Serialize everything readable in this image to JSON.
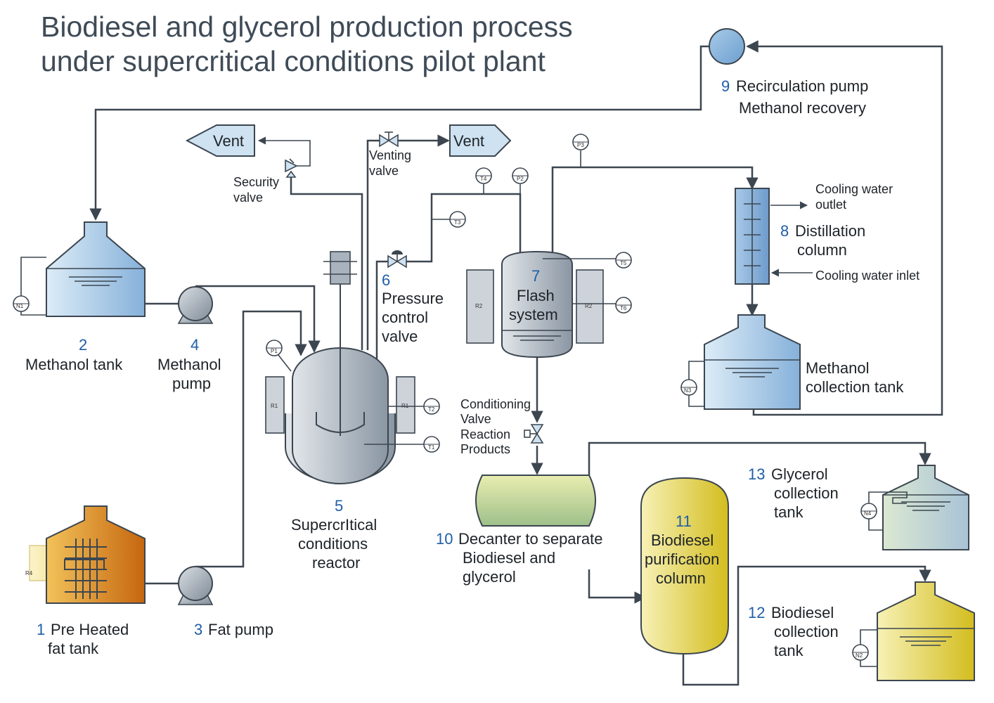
{
  "title": {
    "line1": "Biodiesel and glycerol production process",
    "line2": "under supercritical conditions pilot plant"
  },
  "vents": {
    "left": "Vent",
    "right": "Vent"
  },
  "valves": {
    "security": {
      "line1": "Security",
      "line2": "valve"
    },
    "venting": {
      "line1": "Venting",
      "line2": "valve"
    },
    "pressure_control": {
      "num": "6",
      "line1": "Pressure",
      "line2": "control",
      "line3": "valve"
    },
    "conditioning": {
      "line1": "Conditioning",
      "line2": "Valve",
      "line3": "Reaction",
      "line4": "Products"
    }
  },
  "equipment": {
    "fat_tank": {
      "num": "1",
      "line1": "Pre Heated",
      "line2": "fat tank",
      "heater": "R4"
    },
    "methanol_tank": {
      "num": "2",
      "line1": "Methanol tank",
      "level": "N1"
    },
    "fat_pump": {
      "num": "3",
      "label": "Fat pump"
    },
    "methanol_pump": {
      "num": "4",
      "line1": "Methanol",
      "line2": "pump"
    },
    "reactor": {
      "num": "5",
      "line1": "SupercrItical",
      "line2": "conditions",
      "line3": "reactor",
      "heater_left": "R1",
      "heater_right": "R1"
    },
    "flash": {
      "num": "7",
      "line1": "Flash",
      "line2": "system",
      "heater_left": "R2",
      "heater_right": "R2"
    },
    "distillation": {
      "num": "8",
      "line1": "Distillation",
      "line2": "column",
      "cooling_out1": "Cooling water",
      "cooling_out2": "outlet",
      "cooling_in": "Cooling water inlet"
    },
    "recirculation_pump": {
      "num": "9",
      "line1": "Recirculation pump",
      "line2": "Methanol recovery"
    },
    "methanol_collection": {
      "line1": "Methanol",
      "line2": "collection tank",
      "level": "N3"
    },
    "decanter": {
      "num": "10",
      "line1": "Decanter to separate",
      "line2": "Biodiesel and",
      "line3": "glycerol"
    },
    "purification": {
      "num": "11",
      "line1": "Biodiesel",
      "line2": "purification",
      "line3": "column"
    },
    "biodiesel_tank": {
      "num": "12",
      "line1": "Biodiesel",
      "line2": "collection",
      "line3": "tank",
      "level": "N2"
    },
    "glycerol_tank": {
      "num": "13",
      "line1": "Glycerol",
      "line2": "collection",
      "line3": "tank",
      "level": "N4"
    }
  },
  "instruments": {
    "P1": "P1",
    "P2": "P2",
    "P3": "P3",
    "T1": "T1",
    "T2": "T2",
    "T3": "T3",
    "T4": "T4",
    "T5": "T5",
    "T6": "T6"
  },
  "colors": {
    "blue_light": "#d6e8f5",
    "blue_dark": "#7eaad6",
    "steel_light": "#d9dde2",
    "steel_dark": "#8995a2",
    "orange_light": "#f0b84a",
    "orange_dark": "#c96c12",
    "yellow_light": "#f6efa8",
    "yellow_dark": "#d2bc1c",
    "green_light": "#d0ddc0",
    "num_blue": "#1f5ea8",
    "pipe": "#3c4650"
  }
}
